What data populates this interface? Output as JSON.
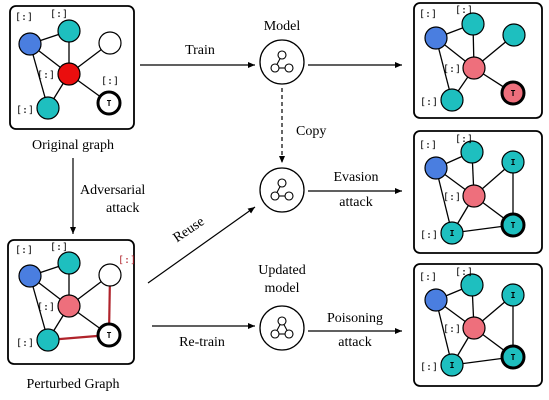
{
  "labels": {
    "original_graph": "Original graph",
    "perturbed_graph": "Perturbed Graph",
    "train": "Train",
    "model": "Model",
    "copy": "Copy",
    "adversarial": "Adversarial",
    "attack": "attack",
    "reuse": "Reuse",
    "evasion": "Evasion",
    "evasion_attack": "attack",
    "updated": "Updated",
    "updated_model": "model",
    "retrain": "Re-train",
    "poisoning": "Poisoning",
    "poisoning_attack": "attack"
  },
  "feature_tag": "[:]",
  "target_marker": "T",
  "injected_marker": "I",
  "colors": {
    "blue": "#4a7ee0",
    "teal": "#1ebfbf",
    "red": "#ea0e0e",
    "pink": "#ee6f7c",
    "white": "#ffffff",
    "perturb": "#b0232b",
    "dark": "#000000"
  }
}
